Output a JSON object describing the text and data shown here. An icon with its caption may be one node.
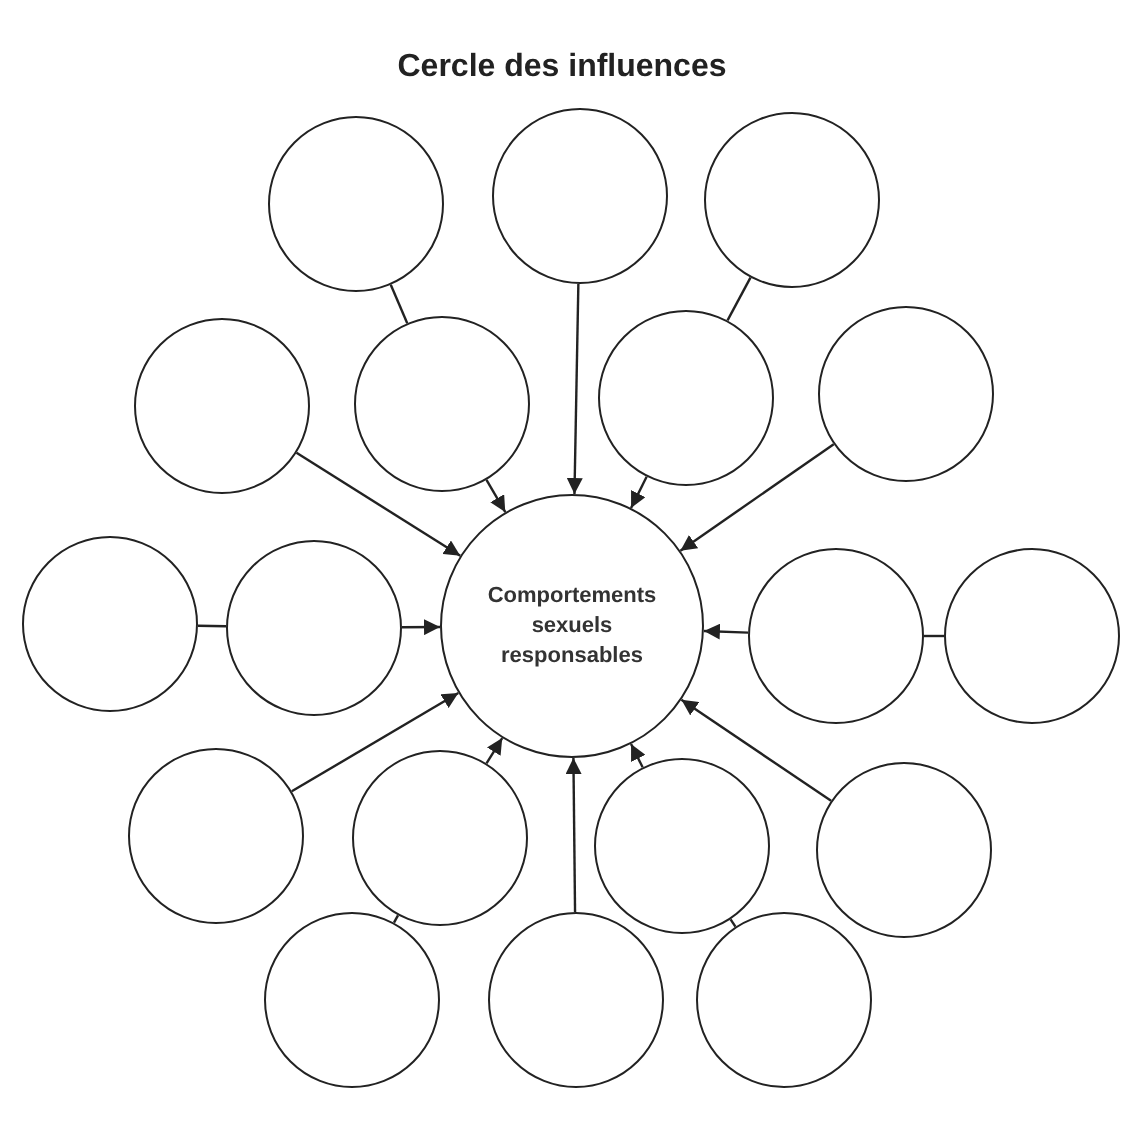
{
  "diagram": {
    "title": "Cercle des influences",
    "nodes": [
      {
        "text": [],
        "shape": "circle"
      },
      {
        "text": [],
        "shape": "circle"
      },
      {
        "text": [],
        "shape": "circle"
      },
      {
        "text": [],
        "shape": "circle"
      },
      {
        "text": [],
        "shape": "circle"
      },
      {
        "text": [],
        "shape": "circle"
      },
      {
        "text": [],
        "shape": "circle"
      },
      {
        "text": [],
        "shape": "circle"
      },
      {
        "text": [],
        "shape": "circle"
      },
      {
        "text": [
          "Comportements sexuels responsables"
        ]
      },
      {
        "text": [],
        "shape": "circle"
      },
      {
        "text": [],
        "shape": "circle"
      },
      {
        "text": [],
        "shape": "circle"
      },
      {
        "text": [],
        "shape": "circle"
      },
      {
        "text": [],
        "shape": "circle"
      },
      {
        "text": [],
        "shape": "circle"
      },
      {
        "text": [],
        "shape": "circle"
      },
      {
        "text": [],
        "shape": "circle"
      },
      {
        "text": [],
        "shape": "circle"
      }
    ],
    "edges": [
      {
        "from": 1,
        "to": 9,
        "arrow": "to"
      },
      {
        "from": 0,
        "to": 4,
        "arrow": "none"
      },
      {
        "from": 4,
        "to": 9,
        "arrow": "to"
      },
      {
        "from": 2,
        "to": 5,
        "arrow": "none"
      },
      {
        "from": 5,
        "to": 9,
        "arrow": "to"
      },
      {
        "from": 3,
        "to": 9,
        "arrow": "to"
      },
      {
        "from": 6,
        "to": 9,
        "arrow": "to"
      },
      {
        "from": 7,
        "to": 8,
        "arrow": "none"
      },
      {
        "from": 8,
        "to": 9,
        "arrow": "to"
      },
      {
        "from": 11,
        "to": 10,
        "arrow": "none"
      },
      {
        "from": 10,
        "to": 9,
        "arrow": "to"
      },
      {
        "from": 12,
        "to": 9,
        "arrow": "to"
      },
      {
        "from": 15,
        "to": 9,
        "arrow": "to"
      },
      {
        "from": 13,
        "to": 9,
        "arrow": "to"
      },
      {
        "from": 14,
        "to": 9,
        "arrow": "to"
      },
      {
        "from": 17,
        "to": 9,
        "arrow": "to"
      },
      {
        "from": 16,
        "to": 13,
        "arrow": "none"
      },
      {
        "from": 18,
        "to": 14,
        "arrow": "none"
      }
    ]
  }
}
